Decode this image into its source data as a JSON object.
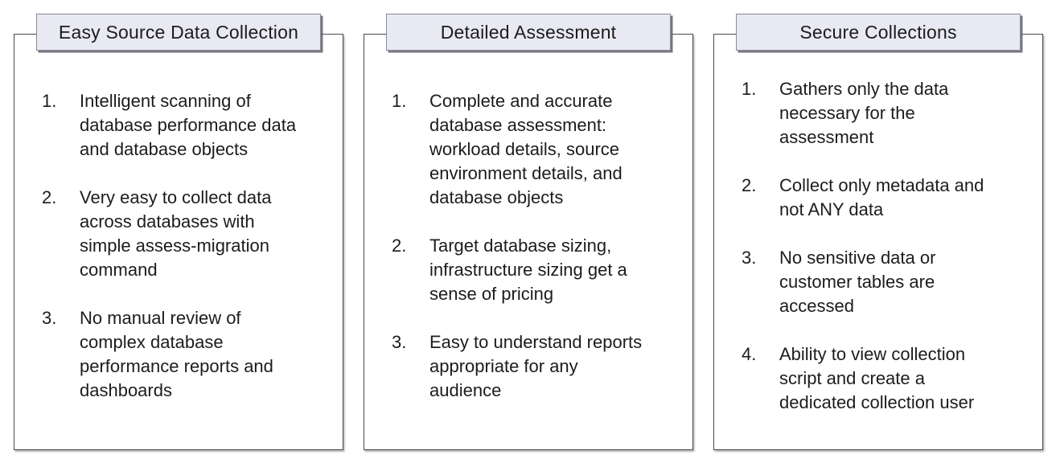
{
  "colors": {
    "title_box_bg": "#e8e9f2",
    "title_box_border": "#8a8a96",
    "panel_border": "#4a4a4a",
    "text": "#1c1c1c"
  },
  "panels": [
    {
      "title": "Easy Source Data Collection",
      "items": [
        {
          "num": "1.",
          "text": "Intelligent scanning of\ndatabase performance data\nand database objects"
        },
        {
          "num": "2.",
          "text": "Very easy to collect data\nacross databases with\nsimple assess-migration\ncommand"
        },
        {
          "num": "3.",
          "text": "No manual review of\ncomplex database\nperformance reports and\ndashboards"
        }
      ]
    },
    {
      "title": "Detailed Assessment",
      "items": [
        {
          "num": "1.",
          "text": "Complete and accurate\ndatabase assessment:\nworkload details, source\nenvironment details, and\ndatabase objects"
        },
        {
          "num": "2.",
          "text": "Target database sizing,\ninfrastructure sizing get a\nsense of pricing"
        },
        {
          "num": "3.",
          "text": "Easy to understand reports\nappropriate for any\naudience"
        }
      ]
    },
    {
      "title": "Secure Collections",
      "items": [
        {
          "num": "1.",
          "text": "Gathers only the data\nnecessary for the\nassessment"
        },
        {
          "num": "2.",
          "text": "Collect only metadata and\nnot ANY data"
        },
        {
          "num": "3.",
          "text": "No sensitive data or\ncustomer tables are\naccessed"
        },
        {
          "num": "4.",
          "text": "Ability to view collection\nscript and create a\ndedicated collection user"
        }
      ]
    }
  ]
}
